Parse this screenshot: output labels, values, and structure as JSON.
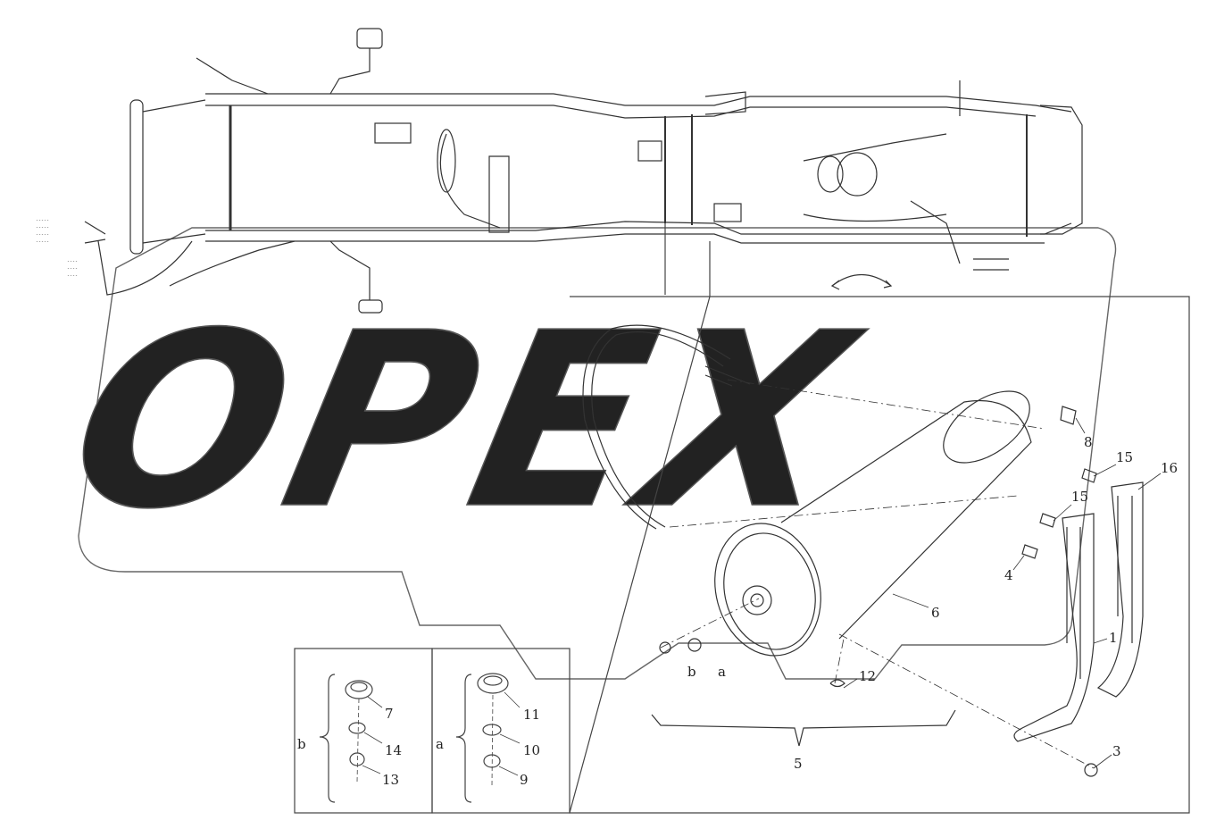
{
  "watermark": {
    "text": "OPEX"
  },
  "part_labels": {
    "p1": "1",
    "p3": "3",
    "p4": "4",
    "p5": "5",
    "p6": "6",
    "p7": "7",
    "p8": "8",
    "p9": "9",
    "p10": "10",
    "p11": "11",
    "p12": "12",
    "p13": "13",
    "p14": "14",
    "p15a": "15",
    "p15b": "15",
    "p16": "16"
  },
  "group_labels": {
    "a_main": "a",
    "b_main": "b",
    "a_detail": "a",
    "b_detail": "b"
  },
  "colors": {
    "line": "#333333",
    "watermark": "#555555",
    "frame": "#444444"
  }
}
